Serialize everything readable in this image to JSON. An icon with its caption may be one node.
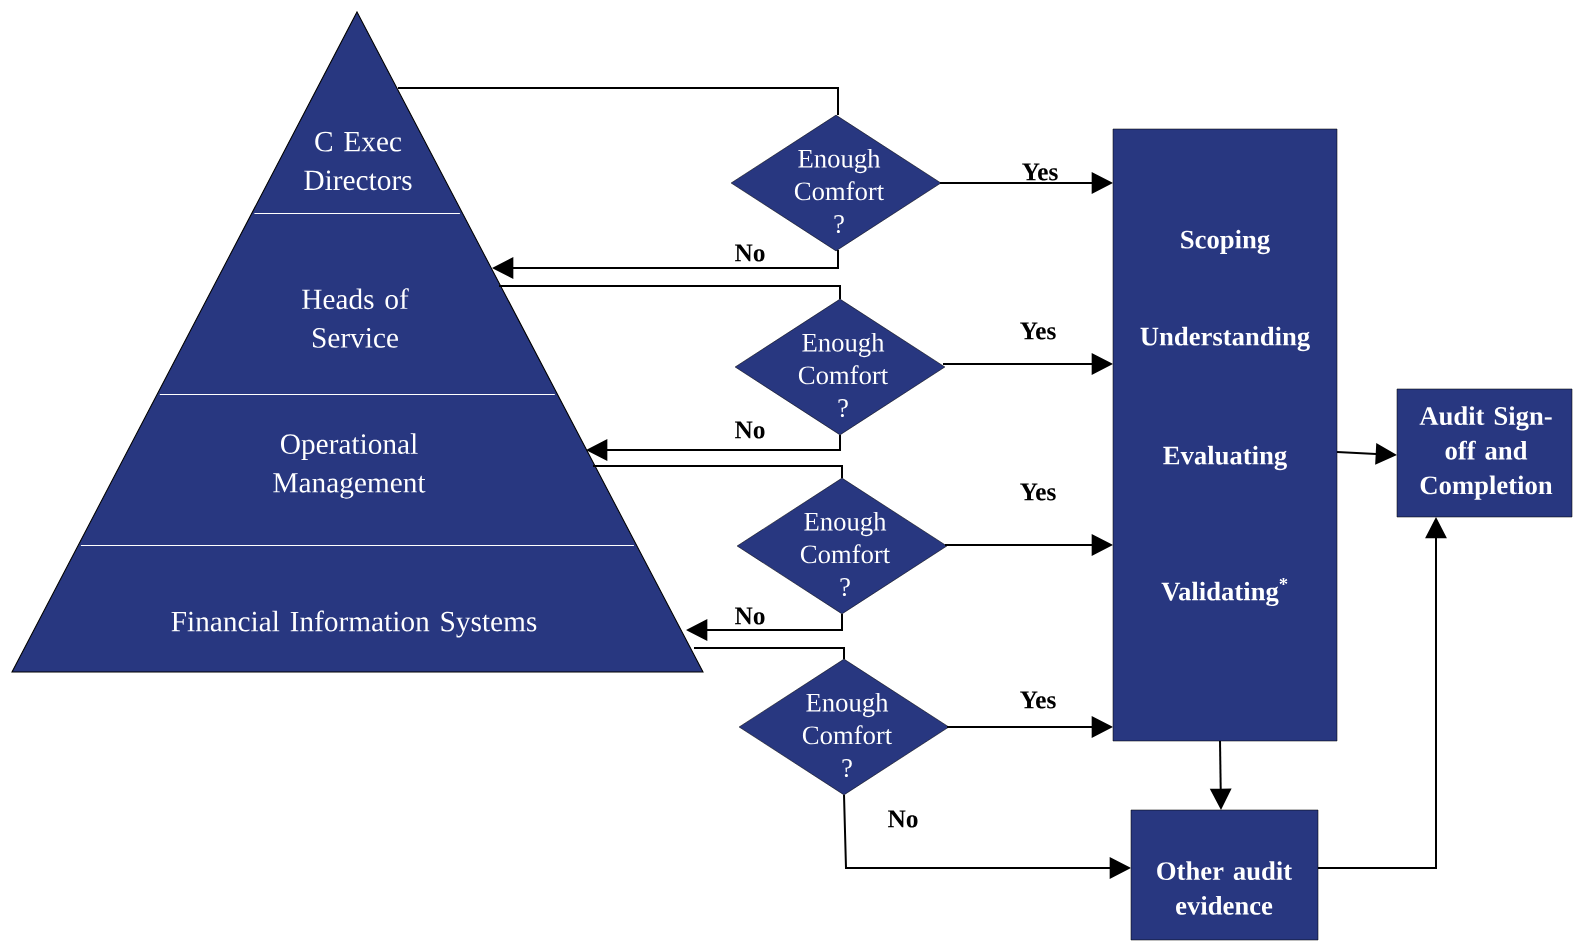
{
  "diagram": {
    "nodes": [
      {
        "text": [
          "C Exec Directors"
        ]
      },
      {
        "text": [
          "Heads of Service"
        ]
      },
      {
        "text": [
          "Operational Management"
        ]
      },
      {
        "text": [
          "Financial Information Systems"
        ]
      },
      {
        "text": [
          "Enough Comfort ?"
        ]
      },
      {
        "text": [
          "Enough Comfort ?"
        ]
      },
      {
        "text": [
          "Enough Comfort ?"
        ]
      },
      {
        "text": [
          "Enough Comfort ?"
        ]
      },
      {
        "text": [
          "Scoping",
          "Understanding",
          "Evaluating",
          "Validating$^{*}$"
        ]
      },
      {
        "text": [
          "Audit Sign-off and Completion"
        ]
      },
      {
        "text": [
          "Other audit evidence"
        ]
      }
    ],
    "edges": [
      {
        "from": 0,
        "to": 4,
        "arrow": "none"
      },
      {
        "from": 4,
        "to": 8,
        "arrow": "to",
        "label": "Yes"
      },
      {
        "from": 4,
        "to": 1,
        "arrow": "to",
        "label": "No"
      },
      {
        "from": 1,
        "to": 5,
        "arrow": "none"
      },
      {
        "from": 5,
        "to": 8,
        "arrow": "to",
        "label": "Yes"
      },
      {
        "from": 5,
        "to": 2,
        "arrow": "to",
        "label": "No"
      },
      {
        "from": 2,
        "to": 6,
        "arrow": "none"
      },
      {
        "from": 6,
        "to": 8,
        "arrow": "to",
        "label": "Yes"
      },
      {
        "from": 6,
        "to": 3,
        "arrow": "to",
        "label": "No"
      },
      {
        "from": 3,
        "to": 7,
        "arrow": "none"
      },
      {
        "from": 7,
        "to": 8,
        "arrow": "to",
        "label": "Yes"
      },
      {
        "from": 7,
        "to": 10,
        "arrow": "to",
        "label": "No"
      },
      {
        "from": 8,
        "to": 9,
        "arrow": "to"
      },
      {
        "from": 8,
        "to": 10,
        "arrow": "to"
      },
      {
        "from": 10,
        "to": 9,
        "arrow": "to"
      }
    ]
  }
}
